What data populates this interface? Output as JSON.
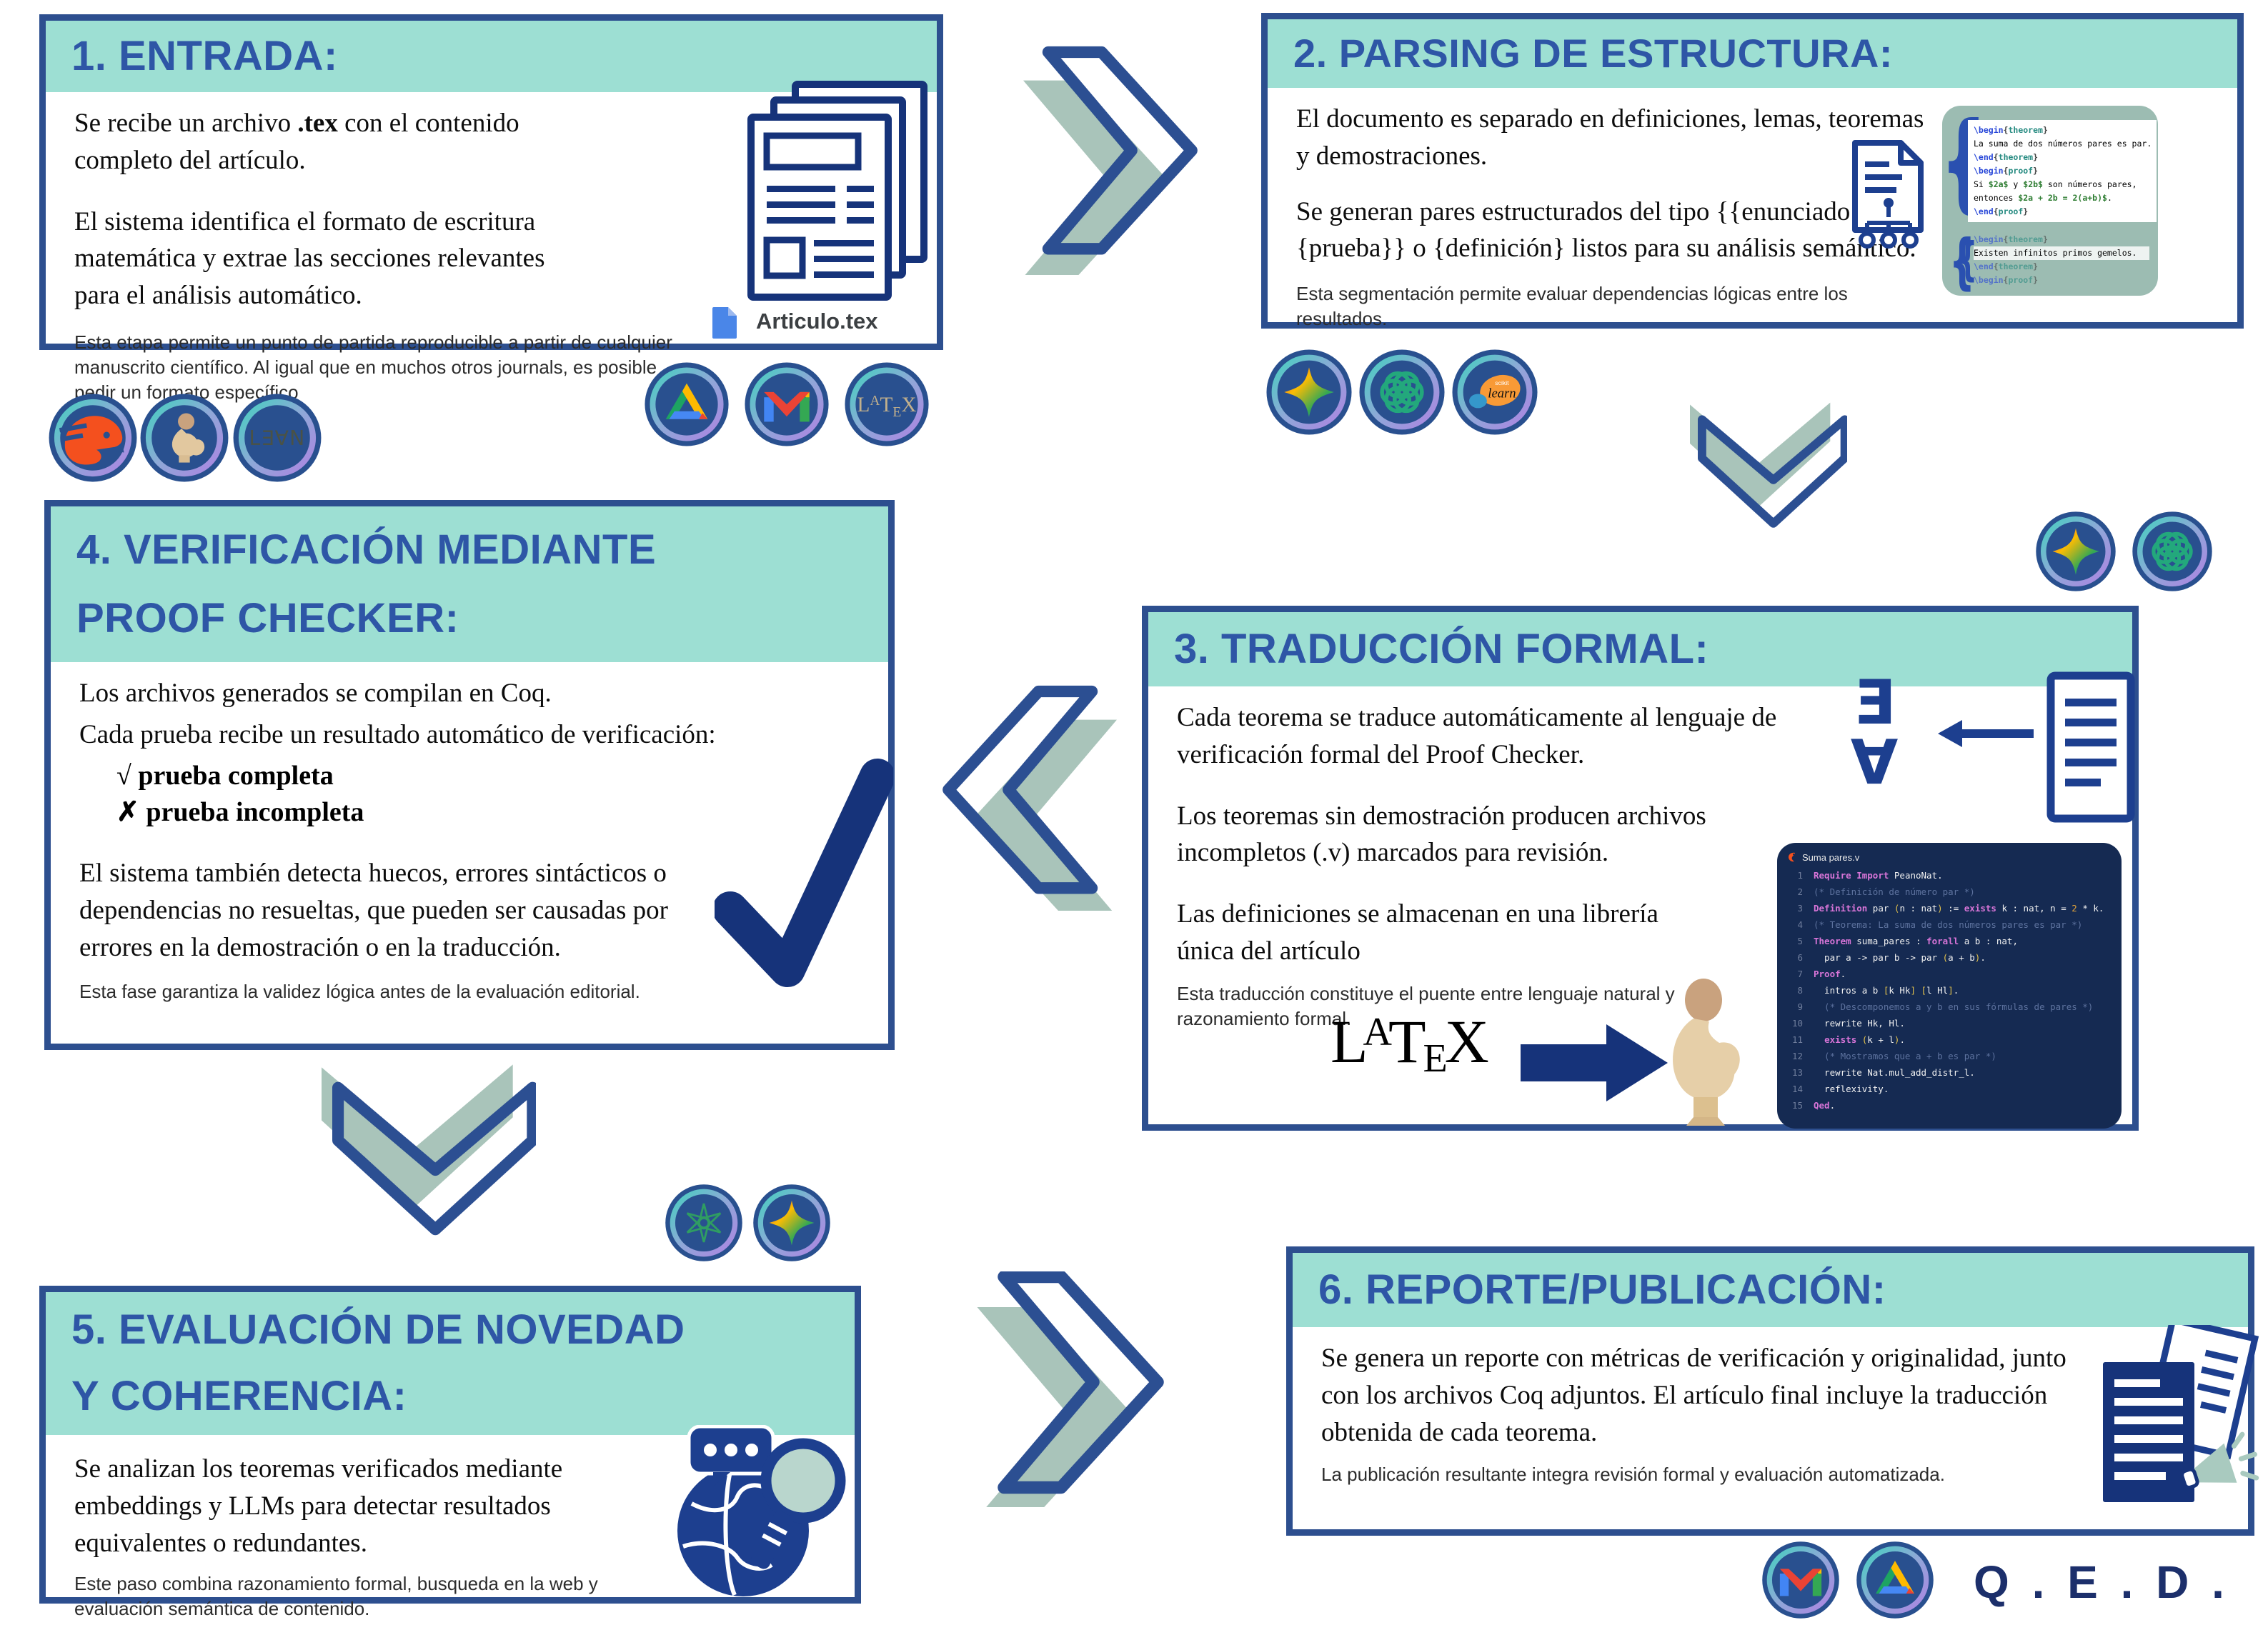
{
  "colors": {
    "header_teal": "#9ddfd3",
    "border_navy": "#2d4f8f",
    "title_blue": "#2e56a6",
    "arrow_sage": "#a9c4ba",
    "check_navy": "#16337a",
    "panel_navy": "#152a52",
    "panel_sage": "#9cbcb2",
    "rocq_orange": "#f4501e",
    "coq_tan": "#e2c89f"
  },
  "entrada": {
    "title": "1. ENTRADA:",
    "p1_pre": "Se recibe un archivo ",
    "p1_bold": ".tex",
    "p1_post": " con el contenido completo del artículo.",
    "p2": "El sistema identifica el formato de escritura matemática y extrae las secciones relevantes para el análisis automático.",
    "foot": "Esta etapa permite un punto de partida reproducible a partir de cualquier manuscrito científico. Al igual que en muchos otros journals, es posible pedir un formato específico",
    "file_label": "Articulo.tex"
  },
  "parsing": {
    "title": "2. PARSING DE ESTRUCTURA:",
    "p1": "El documento es separado en definiciones, lemas, teoremas y demostraciones.",
    "p2": " Se generan pares estructurados del tipo {{enunciado}, {prueba}} o {definición} listos para su análisis semántico.",
    "foot": "Esta segmentación permite evaluar dependencias lógicas entre los resultados.",
    "code_a": [
      "\\begin{theorem}",
      "La suma de dos números pares es par.",
      "\\end{theorem}",
      "\\begin{proof}",
      "Si $2a$ y $2b$ son números pares,",
      "entonces $2a + 2b = 2(a+b)$.",
      "\\end{proof}"
    ],
    "code_b": [
      "\\begin{theorem}",
      "Existen infinitos primos gemelos.",
      "\\end{theorem}",
      "\\begin{proof}"
    ],
    "code_b_highlight": 1
  },
  "traduccion": {
    "title": "3. TRADUCCIÓN FORMAL:",
    "p1": "Cada teorema se traduce automáticamente al lenguaje de verificación formal del Proof Checker.",
    "p2": "Los teoremas sin demostración producen archivos incompletos (.v) marcados para revisión.",
    "p3": "Las definiciones se almacenan en una librería única del artículo",
    "foot": "Esta traducción constituye el puente entre lenguaje natural y razonamiento formal.",
    "exists_glyph": "Ǝ",
    "forall_glyph": "∀",
    "coq_file": {
      "title": "Suma pares.v",
      "lines": [
        {
          "n": "1",
          "t": "Require Import PeanoNat.",
          "k": "code"
        },
        {
          "n": "2",
          "t": "(* Definición de número par *)",
          "k": "comment"
        },
        {
          "n": "3",
          "t": "Definition par (n : nat) := exists k : nat, n = 2 * k.",
          "k": "code"
        },
        {
          "n": "4",
          "t": "(* Teorema: La suma de dos números pares es par *)",
          "k": "comment"
        },
        {
          "n": "5",
          "t": "Theorem suma_pares : forall a b : nat,",
          "k": "code"
        },
        {
          "n": "6",
          "t": "  par a -> par b -> par (a + b).",
          "k": "code"
        },
        {
          "n": "7",
          "t": "Proof.",
          "k": "code"
        },
        {
          "n": "8",
          "t": "  intros a b [k Hk] [l Hl].",
          "k": "code"
        },
        {
          "n": "9",
          "t": "  (* Descomponemos a y b en sus fórmulas de pares *)",
          "k": "comment"
        },
        {
          "n": "10",
          "t": "  rewrite Hk, Hl.",
          "k": "code"
        },
        {
          "n": "11",
          "t": "  exists (k + l).",
          "k": "code"
        },
        {
          "n": "12",
          "t": "  (* Mostramos que a + b es par *)",
          "k": "comment"
        },
        {
          "n": "13",
          "t": "  rewrite Nat.mul_add_distr_l.",
          "k": "code"
        },
        {
          "n": "14",
          "t": "  reflexivity.",
          "k": "code"
        },
        {
          "n": "15",
          "t": "Qed.",
          "k": "code"
        }
      ]
    }
  },
  "verificacion": {
    "title": "4. VERIFICACIÓN MEDIANTE PROOF CHECKER:",
    "p1a": "Los archivos generados se compilan en Coq.",
    "p1b": "Cada prueba recibe un resultado automático de verificación:",
    "bullet1": "√ prueba completa",
    "bullet2": "✗ prueba incompleta",
    "p2": "El sistema también detecta huecos, errores sintácticos o dependencias no resueltas, que pueden ser causadas por errores en la demostración o en la traducción.",
    "foot": "Esta fase garantiza la validez lógica antes de la evaluación editorial."
  },
  "evaluacion": {
    "title": "5. EVALUACIÓN DE NOVEDAD Y COHERENCIA:",
    "p1": "Se analizan los teoremas verificados mediante embeddings y LLMs para detectar resultados equivalentes o redundantes.",
    "foot": "Este paso combina razonamiento formal, busqueda en la web y evaluación semántica de contenido."
  },
  "reporte": {
    "title": "6. REPORTE/PUBLICACIÓN:",
    "p1": "Se genera un reporte con métricas de verificación y originalidad, junto con los archivos Coq adjuntos. El artículo final incluye la traducción obtenida de cada teorema.",
    "foot": "La publicación resultante integra revisión formal y evaluación automatizada."
  },
  "qed_label": "Q . E . D .",
  "latex_parts": [
    "L",
    "A",
    "T",
    "E",
    "X"
  ],
  "badges": {
    "lean_label": "L∃∀N",
    "sklearn_top": "scikit",
    "sklearn_script": "learn"
  }
}
